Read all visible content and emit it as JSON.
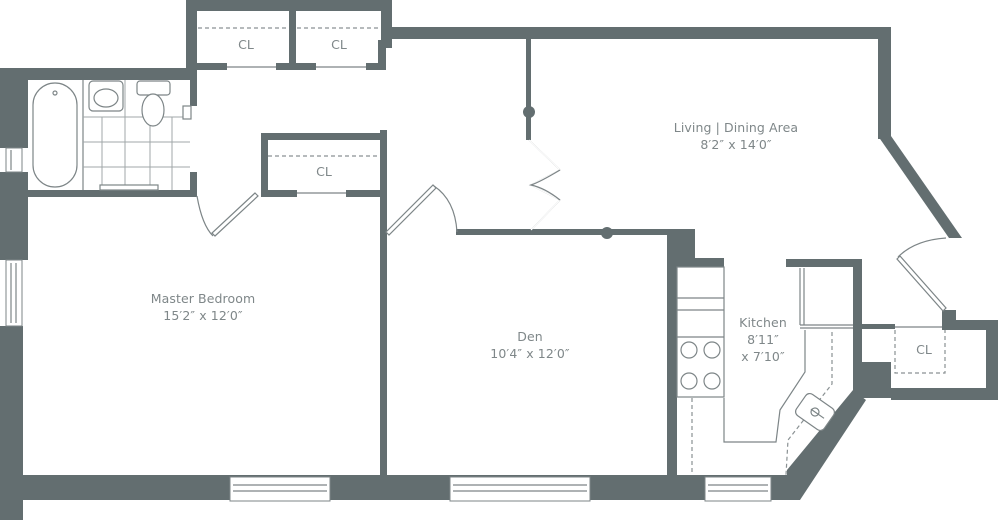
{
  "floor_plan": {
    "colors": {
      "wall": "#636e70",
      "line": "#7d8587",
      "text": "#7f8789",
      "background": "#ffffff"
    },
    "rooms": [
      {
        "id": "living-dining",
        "name": "Living | Dining Area",
        "dimensions": "8′2″ x 14′0″"
      },
      {
        "id": "master-bedroom",
        "name": "Master Bedroom",
        "dimensions": "15′2″ x 12′0″"
      },
      {
        "id": "den",
        "name": "Den",
        "dimensions": "10′4″ x 12′0″"
      },
      {
        "id": "kitchen",
        "name": "Kitchen",
        "dimensions_line1": "8′11″",
        "dimensions_line2": "x 7′10″"
      }
    ],
    "closets": [
      {
        "id": "top-left-closet",
        "label": "CL"
      },
      {
        "id": "top-right-closet",
        "label": "CL"
      },
      {
        "id": "hall-closet",
        "label": "CL"
      },
      {
        "id": "entry-closet",
        "label": "CL"
      }
    ],
    "fixtures": [
      "bathtub",
      "sink",
      "toilet",
      "stove",
      "kitchen-sink",
      "refrigerator"
    ]
  }
}
